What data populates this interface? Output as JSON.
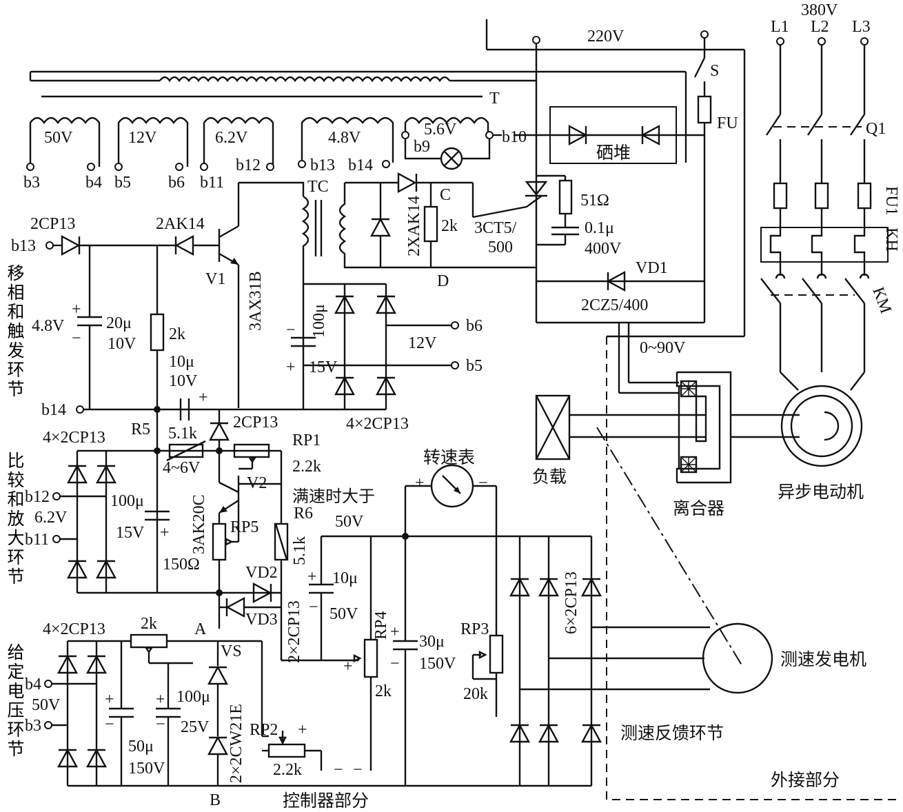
{
  "transformer": {
    "power_voltage": "220V",
    "three_phase_voltage": "380V",
    "phases": [
      "L1",
      "L2",
      "L3"
    ],
    "switch": "S",
    "fuse": "FU",
    "breaker": "Q1",
    "phase_fuse": "FU1",
    "thermal_relay": "KH",
    "contactor": "KM",
    "name": "T",
    "windings": [
      {
        "voltage": "50V",
        "t1": "b3",
        "t2": "b4"
      },
      {
        "voltage": "12V",
        "t1": "b5",
        "t2": "b6"
      },
      {
        "voltage": "6.2V",
        "t1": "b11",
        "t2": "b12"
      },
      {
        "voltage": "4.8V",
        "t1": "b13",
        "t2": "b14"
      },
      {
        "voltage": "5.6V",
        "t1": "b9",
        "t2": "b10"
      }
    ]
  },
  "sections": {
    "phase_shift": "移相和触发环节",
    "compare": "比较和放大环节",
    "setpoint": "给定电压环节",
    "controller": "控制器部分",
    "external": "外接部分",
    "feedback": "测速反馈环节"
  },
  "components": {
    "selenium_stack": "硒堆",
    "pulse_transformer": "TC",
    "scr": "3CT5/",
    "scr_rating": "500",
    "snubber_r": "51Ω",
    "snubber_c": "0.1μ",
    "snubber_c_rating": "400V",
    "vd1": "VD1",
    "vd1_type": "2CZ5/400",
    "output_voltage": "0~90V",
    "point_c": "C",
    "point_d": "D",
    "gate_diode": "2XAK14",
    "gate_r": "2k",
    "d_2cp13": "2CP13",
    "d_2ak14": "2AK14",
    "v1": "V1",
    "v1_type": "3AX31B",
    "c20": "20μ",
    "c20_v": "10V",
    "r2k": "2k",
    "v48": "4.8V",
    "c100": "100μ",
    "c100_v": "15V",
    "bridge_12v": "4×2CP13",
    "v12": "12V",
    "c10": "10μ",
    "c10_v": "10V",
    "d_2cp13b": "2CP13",
    "bridge_cmp": "4×2CP13",
    "r5": "R5",
    "r5_val": "5.1k",
    "r5_note": "4~6V",
    "rp1": "RP1",
    "rp1_val": "2.2k",
    "v2": "V2",
    "v2_type": "3AK20C",
    "note_full": "满速时大于",
    "note_full_v": "50V",
    "r6": "R6",
    "r6_val": "5.1k",
    "rp5": "RP5",
    "rp5_val": "150Ω",
    "c100b": "100μ",
    "c100b_v": "15V",
    "v62": "6.2V",
    "vd2": "VD2",
    "vd3": "VD3",
    "vd23": "2×2CP13",
    "c10b": "10μ",
    "c10b_v": "50V",
    "rp4": "RP4",
    "rp4_val": "2k",
    "c30": "30μ",
    "c30_v": "150V",
    "rp3": "RP3",
    "rp3_val": "20k",
    "bridge_fb": "6×2CP13",
    "tach_meter": "转速表",
    "bridge_set": "4×2CP13",
    "rp_set": "2k",
    "point_a": "A",
    "point_b": "B",
    "vs": "VS",
    "vs_type": "2×2CW21E",
    "c50": "50μ",
    "c50_v": "150V",
    "c100c": "100μ",
    "c100c_v": "25V",
    "v50": "50V",
    "rp2": "RP2",
    "rp2_val": "2.2k",
    "plus": "+",
    "minus": "−"
  },
  "machines": {
    "load": "负载",
    "clutch": "离合器",
    "motor": "异步电动机",
    "tacho": "测速发电机"
  }
}
